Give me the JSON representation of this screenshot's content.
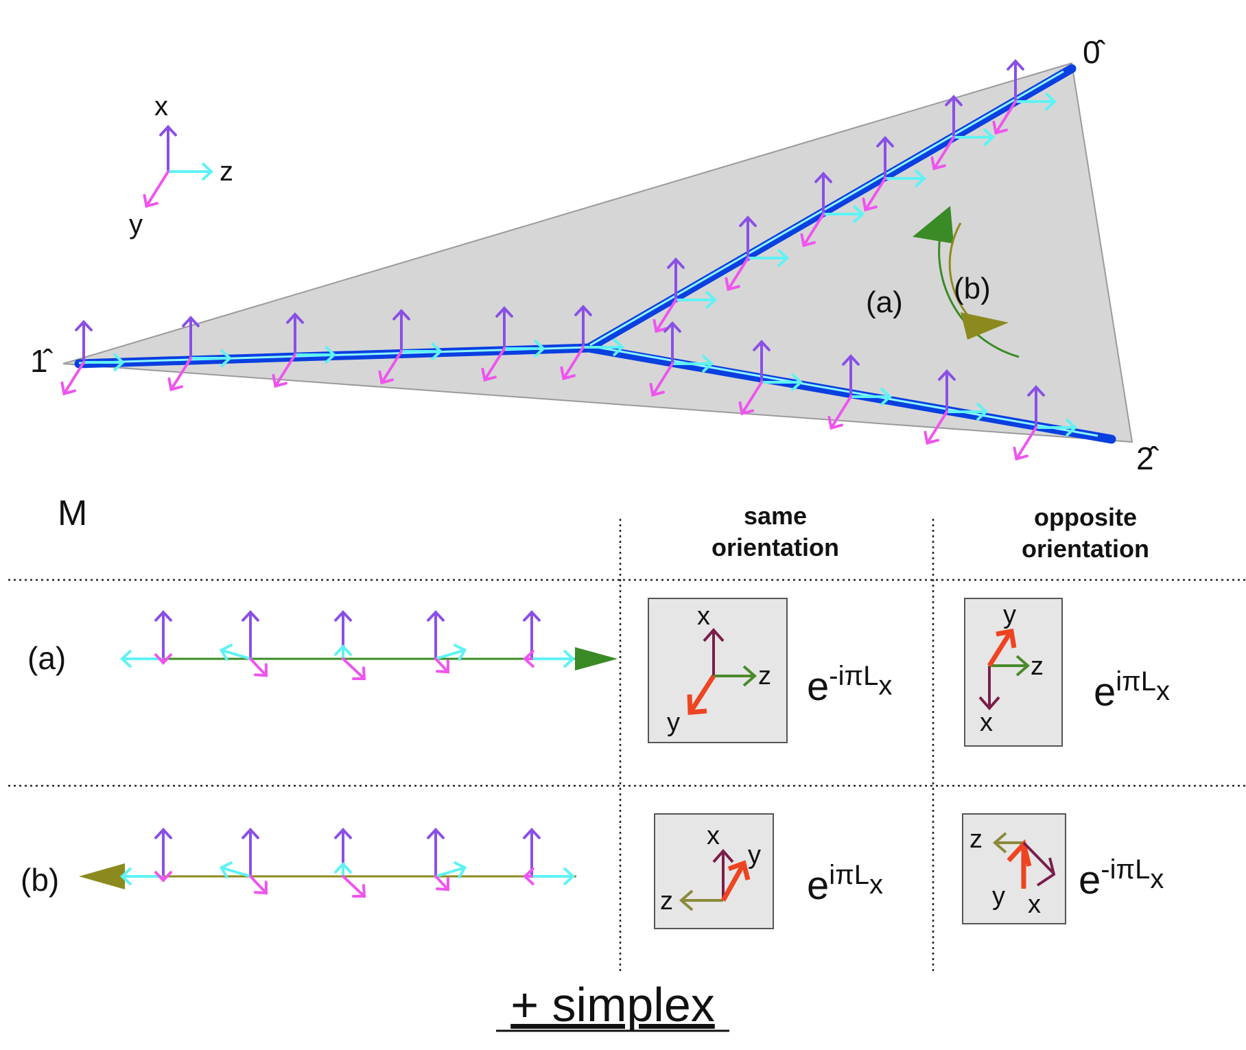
{
  "top_panel": {
    "vertex_labels": {
      "v0": "0̂",
      "v1": "1̂",
      "v2": "2̂"
    },
    "legend_axes": {
      "x": "x",
      "y": "y",
      "z": "z"
    },
    "rotation_labels": {
      "a": "(a)",
      "b": "(b)"
    }
  },
  "bottom_panel": {
    "m_label": "M",
    "col_headers": {
      "same": [
        "same",
        "orientation"
      ],
      "opposite": [
        "opposite",
        "orientation"
      ]
    },
    "rows": [
      {
        "label": "(a)",
        "same": {
          "axes": {
            "x": "x",
            "y": "y",
            "z": "z"
          },
          "operator": {
            "base": "e",
            "sup": "-iπL",
            "sub": "x"
          }
        },
        "opposite": {
          "axes": {
            "x": "x",
            "y": "y",
            "z": "z"
          },
          "operator": {
            "base": "e",
            "sup": "iπL",
            "sub": "x"
          }
        }
      },
      {
        "label": "(b)",
        "same": {
          "axes": {
            "x": "x",
            "y": "y",
            "z": "z"
          },
          "operator": {
            "base": "e",
            "sup": "iπL",
            "sub": "x"
          }
        },
        "opposite": {
          "axes": {
            "x": "x",
            "y": "y",
            "z": "z"
          },
          "operator": {
            "base": "e",
            "sup": "-iπL",
            "sub": "x"
          }
        }
      }
    ],
    "footer": "+ simplex"
  },
  "colors": {
    "x_axis": "#8a4fe6",
    "y_axis": "#ee55ee",
    "z_axis": "#5ff2f5",
    "path": "#0a3fe0",
    "simplex_fill": "#d6d6d6",
    "rotation_a": "#3a8a26",
    "rotation_b": "#8c8a1e",
    "box_x": "#7a1e4a",
    "box_y": "#ee4422",
    "box_z_a": "#4a8a2a",
    "box_z_b": "#8a8a3a"
  }
}
